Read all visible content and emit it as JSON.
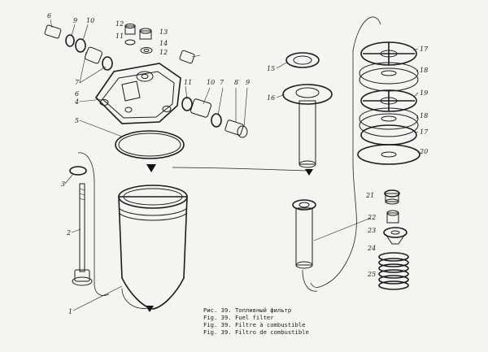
{
  "callouts": [
    "1",
    "2",
    "3",
    "4",
    "5",
    "6",
    "7",
    "8",
    "9",
    "10",
    "11",
    "12",
    "13",
    "14",
    "15",
    "16",
    "17",
    "18",
    "19",
    "20",
    "21",
    "22",
    "23",
    "24",
    "25"
  ],
  "caption": {
    "line1": "Рис. 39. Топливный фильтр",
    "line2": "Fig. 39. Fuel filter",
    "line3": "Fig. 39. Filtre à combustible",
    "line4": "Fig. 39. Filtro de combustible"
  }
}
